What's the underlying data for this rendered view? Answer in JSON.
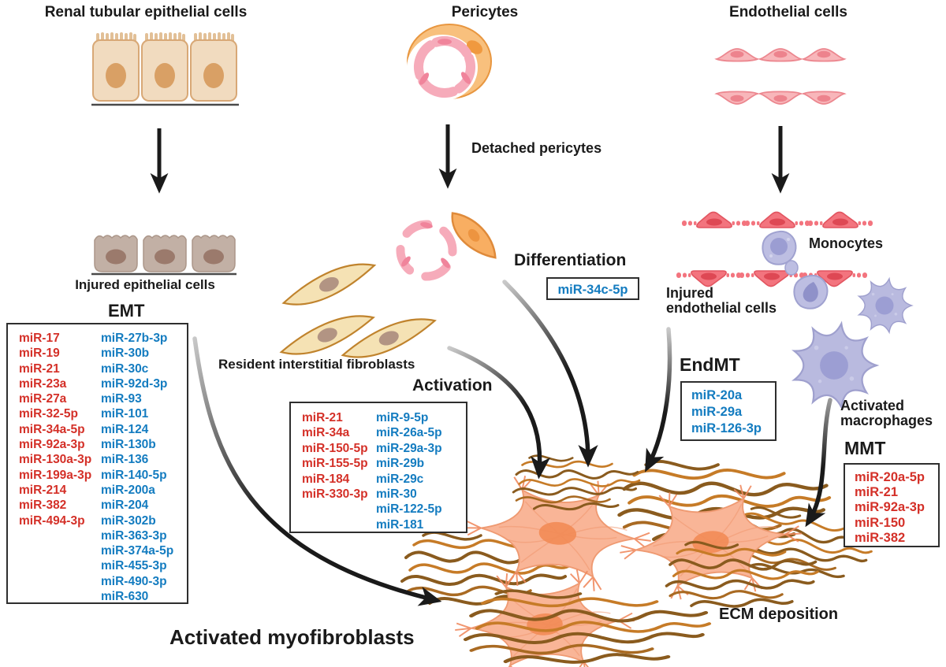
{
  "colors": {
    "mirna_up_red": "#D43028",
    "mirna_down_blue": "#147CC0",
    "label_black": "#1A1A1A"
  },
  "cell_sources": {
    "renal": "Renal tubular epithelial cells",
    "pericytes": "Pericytes",
    "endothelial": "Endothelial cells"
  },
  "intermediate": {
    "injured_epithelial": "Injured epithelial cells",
    "detached_pericytes": "Detached pericytes",
    "resident_fibroblasts": "Resident interstitial fibroblasts",
    "monocytes": "Monocytes",
    "injured_endothelial": "Injured\nendothelial cells",
    "activated_macrophages": "Activated\nmacrophages"
  },
  "processes": {
    "emt": {
      "title": "EMT",
      "red": [
        "miR-17",
        "miR-19",
        "miR-21",
        "miR-23a",
        "miR-27a",
        "miR-32-5p",
        "miR-34a-5p",
        "miR-92a-3p",
        "miR-130a-3p",
        "miR-199a-3p",
        "miR-214",
        "miR-382",
        "miR-494-3p"
      ],
      "blue": [
        "miR-27b-3p",
        "miR-30b",
        "miR-30c",
        "miR-92d-3p",
        "miR-93",
        "miR-101",
        "miR-124",
        "miR-130b",
        "miR-136",
        "miR-140-5p",
        "miR-200a",
        "miR-204",
        "miR-302b",
        "miR-363-3p",
        "miR-374a-5p",
        "miR-455-3p",
        "miR-490-3p",
        "miR-630"
      ]
    },
    "activation": {
      "title": "Activation",
      "red": [
        "miR-21",
        "miR-34a",
        "miR-150-5p",
        "miR-155-5p",
        "miR-184",
        "miR-330-3p"
      ],
      "blue": [
        "miR-9-5p",
        "miR-26a-5p",
        "miR-29a-3p",
        "miR-29b",
        "miR-29c",
        "miR-30",
        "miR-122-5p",
        "miR-181"
      ]
    },
    "differentiation": {
      "title": "Differentiation",
      "blue": [
        "miR-34c-5p"
      ]
    },
    "endmt": {
      "title": "EndMT",
      "blue": [
        "miR-20a",
        "miR-29a",
        "miR-126-3p"
      ]
    },
    "mmt": {
      "title": "MMT",
      "red": [
        "miR-20a-5p",
        "miR-21",
        "miR-92a-3p",
        "miR-150",
        "miR-382"
      ]
    }
  },
  "outcome": {
    "myofibroblasts": "Activated myofibroblasts",
    "ecm": "ECM deposition"
  }
}
